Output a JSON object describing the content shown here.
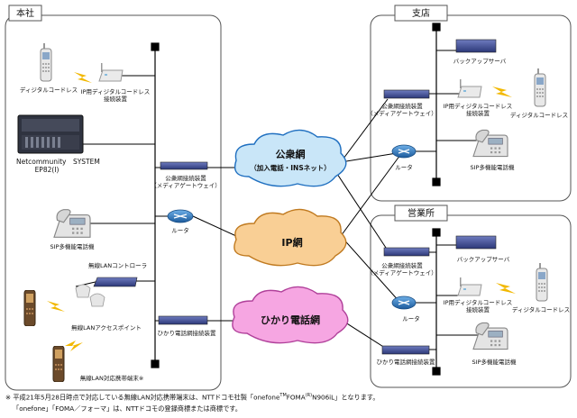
{
  "sites": {
    "hq": "本社",
    "branch": "支店",
    "sales": "営業所"
  },
  "clouds": {
    "public_line1": "公衆網",
    "public_line2": "（加入電話・INSネット）",
    "ip": "IP網",
    "hikari": "ひかり電話網"
  },
  "hq": {
    "digital_cordless": "ディジタルコードレス",
    "ip_cordless_line1": "IP用ディジタルコードレス",
    "ip_cordless_line2": "接続装置",
    "pbx_line1": "Netcommunity　SYSTEM",
    "pbx_line2": "EP82(Ⅰ)",
    "gateway_line1": "公衆網接続装置",
    "gateway_line2": "（メディアゲートウェイ）",
    "router": "ルータ",
    "sip_phone": "SIP多機能電話機",
    "wlan_controller": "無線LANコントローラ",
    "access_point": "無線LANアクセスポイント",
    "wlan_terminal": "無線LAN対応携帯端末※",
    "hikari_gateway": "ひかり電話網接続装置"
  },
  "branch": {
    "backup_server": "バックアップサーバ",
    "gateway_line1": "公衆網接続装置",
    "gateway_line2": "（メディアゲートウェイ）",
    "ip_cordless_line1": "IP用ディジタルコードレス",
    "ip_cordless_line2": "接続装置",
    "digital_cordless": "ディジタルコードレス",
    "router": "ルータ",
    "sip_phone": "SIP多機能電話機"
  },
  "sales": {
    "backup_server": "バックアップサーバ",
    "gateway_line1": "公衆網接続装置",
    "gateway_line2": "（メディアゲートウェイ）",
    "ip_cordless_line1": "IP用ディジタルコードレス",
    "ip_cordless_line2": "接続装置",
    "digital_cordless": "ディジタルコードレス",
    "router": "ルータ",
    "hikari_gateway": "ひかり電話網接続装置",
    "sip_phone": "SIP多機能電話機"
  },
  "footnote": {
    "mark": "※",
    "line1_a": "平成21年5月28日時点で対応している無線LAN対応携帯端末は、NTTドコモ社製「onefone",
    "tm": "TM",
    "line1_b": "FOMA",
    "reg": "(R)",
    "line1_c": "N906iL」となります。",
    "line2": "「onefone」「FOMA／フォーマ」は、NTTドコモの登録商標または商標です。"
  },
  "colors": {
    "public_cloud": "#c9e6f8",
    "ip_cloud": "#f9cf95",
    "hikari_cloud": "#f6a6e2",
    "device_blue": "#3f4f98",
    "bolt": "#f2b800",
    "router": "#2d72b8"
  }
}
